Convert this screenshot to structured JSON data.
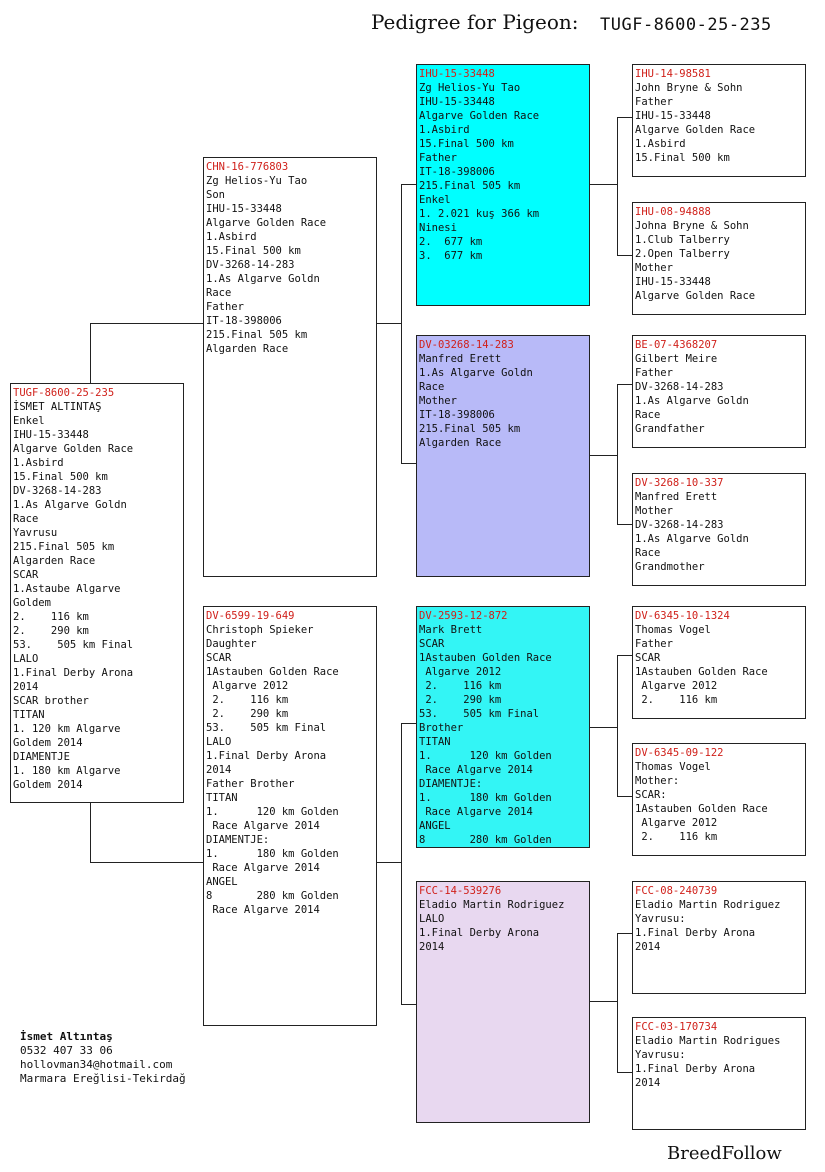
{
  "header": {
    "title": "Pedigree for Pigeon:",
    "ring": "TUGF-8600-25-235"
  },
  "footer": {
    "owner_name": "İsmet Altıntaş",
    "phone": "0532 407 33 06",
    "email": "hollovman34@hotmail.com",
    "location": "Marmara Ereğlisi-Tekirdağ",
    "brand": "BreedFollow"
  },
  "colors": {
    "ring": "#d0201a",
    "cyan": "#00ffff",
    "lavender": "#b8baf8",
    "pink": "#e8d8f0",
    "line": "#222222"
  },
  "boxes": {
    "subject": {
      "ring": "TUGF-8600-25-235",
      "lines": [
        "İSMET ALTINTAŞ",
        "Enkel",
        "IHU-15-33448",
        "Algarve Golden Race",
        "1.Asbird",
        "15.Final 500 km",
        "DV-3268-14-283",
        "1.As Algarve Goldn",
        "Race",
        "Yavrusu",
        "215.Final 505 km",
        "Algarden Race",
        "SCAR",
        "1.Astaube Algarve",
        "Goldem",
        "2.    116 km",
        "2.    290 km",
        "53.    505 km Final",
        "LALO",
        "1.Final Derby Arona",
        "2014",
        "SCAR brother",
        "TITAN",
        "1. 120 km Algarve",
        "Goldem 2014",
        "DIAMENTJE",
        "1. 180 km Algarve",
        "Goldem 2014"
      ]
    },
    "sire": {
      "ring": "CHN-16-776803",
      "lines": [
        "Zg Helios-Yu Tao",
        "Son",
        "IHU-15-33448",
        "Algarve Golden Race",
        "1.Asbird",
        "15.Final 500 km",
        "DV-3268-14-283",
        "1.As Algarve Goldn",
        "Race",
        "Father",
        "IT-18-398006",
        "215.Final 505 km",
        "Algarden Race"
      ]
    },
    "dam": {
      "ring": "DV-6599-19-649",
      "lines": [
        "Christoph Spieker",
        "Daughter",
        "SCAR",
        "1Astauben Golden Race",
        " Algarve 2012",
        " 2.    116 km",
        " 2.    290 km",
        "53.    505 km Final",
        "LALO",
        "1.Final Derby Arona",
        "2014",
        "Father Brother",
        "TITAN",
        "1.      120 km Golden",
        " Race Algarve 2014",
        "DIAMENTJE:",
        "1.      180 km Golden",
        " Race Algarve 2014",
        "ANGEL",
        "8       280 km Golden",
        " Race Algarve 2014"
      ]
    },
    "ss": {
      "ring": "IHU-15-33448",
      "lines": [
        "Zg Helios-Yu Tao",
        "IHU-15-33448",
        "Algarve Golden Race",
        "1.Asbird",
        "15.Final 500 km",
        "Father",
        "IT-18-398006",
        "215.Final 505 km",
        "Enkel",
        "1. 2.021 kuş 366 km",
        "Ninesi",
        "2.  677 km",
        "3.  677 km"
      ]
    },
    "sd": {
      "ring": "DV-03268-14-283",
      "lines": [
        "Manfred Erett",
        "1.As Algarve Goldn",
        "Race",
        "Mother",
        "IT-18-398006",
        "215.Final 505 km",
        "Algarden Race"
      ]
    },
    "ds": {
      "ring": "DV-2593-12-872",
      "lines": [
        "Mark Brett",
        "SCAR",
        "1Astauben Golden Race",
        " Algarve 2012",
        " 2.    116 km",
        " 2.    290 km",
        "53.    505 km Final",
        "Brother",
        "TITAN",
        "1.      120 km Golden",
        " Race Algarve 2014",
        "DIAMENTJE:",
        "1.      180 km Golden",
        " Race Algarve 2014",
        "ANGEL",
        "8       280 km Golden"
      ]
    },
    "dd": {
      "ring": "FCC-14-539276",
      "lines": [
        "Eladio Martin Rodriguez",
        "LALO",
        "1.Final Derby Arona",
        "2014"
      ]
    },
    "sss": {
      "ring": "IHU-14-98581",
      "lines": [
        "John Bryne & Sohn",
        "Father",
        "IHU-15-33448",
        "Algarve Golden Race",
        "1.Asbird",
        "15.Final 500 km"
      ]
    },
    "ssd": {
      "ring": "IHU-08-94888",
      "lines": [
        "Johna Bryne & Sohn",
        "1.Club Talberry",
        "2.Open Talberry",
        "Mother",
        "IHU-15-33448",
        "Algarve Golden Race"
      ]
    },
    "sds": {
      "ring": "BE-07-4368207",
      "lines": [
        "Gilbert Meire",
        "Father",
        "DV-3268-14-283",
        "1.As Algarve Goldn",
        "Race",
        "Grandfather"
      ]
    },
    "sdd": {
      "ring": "DV-3268-10-337",
      "lines": [
        "Manfred Erett",
        "Mother",
        "DV-3268-14-283",
        "1.As Algarve Goldn",
        "Race",
        "Grandmother"
      ]
    },
    "dss": {
      "ring": "DV-6345-10-1324",
      "lines": [
        "Thomas Vogel",
        "Father",
        "SCAR",
        "1Astauben Golden Race",
        " Algarve 2012",
        " 2.    116 km"
      ]
    },
    "dsd": {
      "ring": "DV-6345-09-122",
      "lines": [
        "Thomas Vogel",
        "Mother:",
        "SCAR:",
        "1Astauben Golden Race",
        " Algarve 2012",
        " 2.    116 km"
      ]
    },
    "dds": {
      "ring": "FCC-08-240739",
      "lines": [
        "Eladio Martin Rodriguez",
        "Yavrusu:",
        "1.Final Derby Arona",
        "2014"
      ]
    },
    "ddd": {
      "ring": "FCC-03-170734",
      "lines": [
        "Eladio Martin Rodrigues",
        "Yavrusu:",
        "1.Final Derby Arona",
        "2014"
      ]
    }
  }
}
